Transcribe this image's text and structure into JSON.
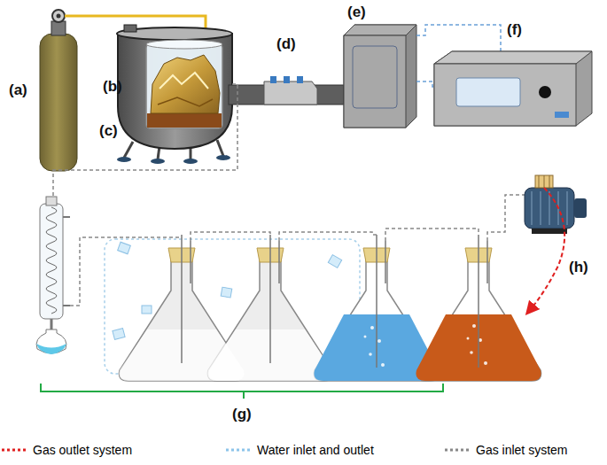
{
  "diagram": {
    "labels": [
      "(a)",
      "(b)",
      "(c)",
      "(d)",
      "(e)",
      "(f)",
      "(g)",
      "(h)"
    ],
    "legend": [
      {
        "text": "Gas outlet system"
      },
      {
        "text": "Water inlet and outlet"
      },
      {
        "text": "Gas inlet system"
      }
    ]
  }
}
